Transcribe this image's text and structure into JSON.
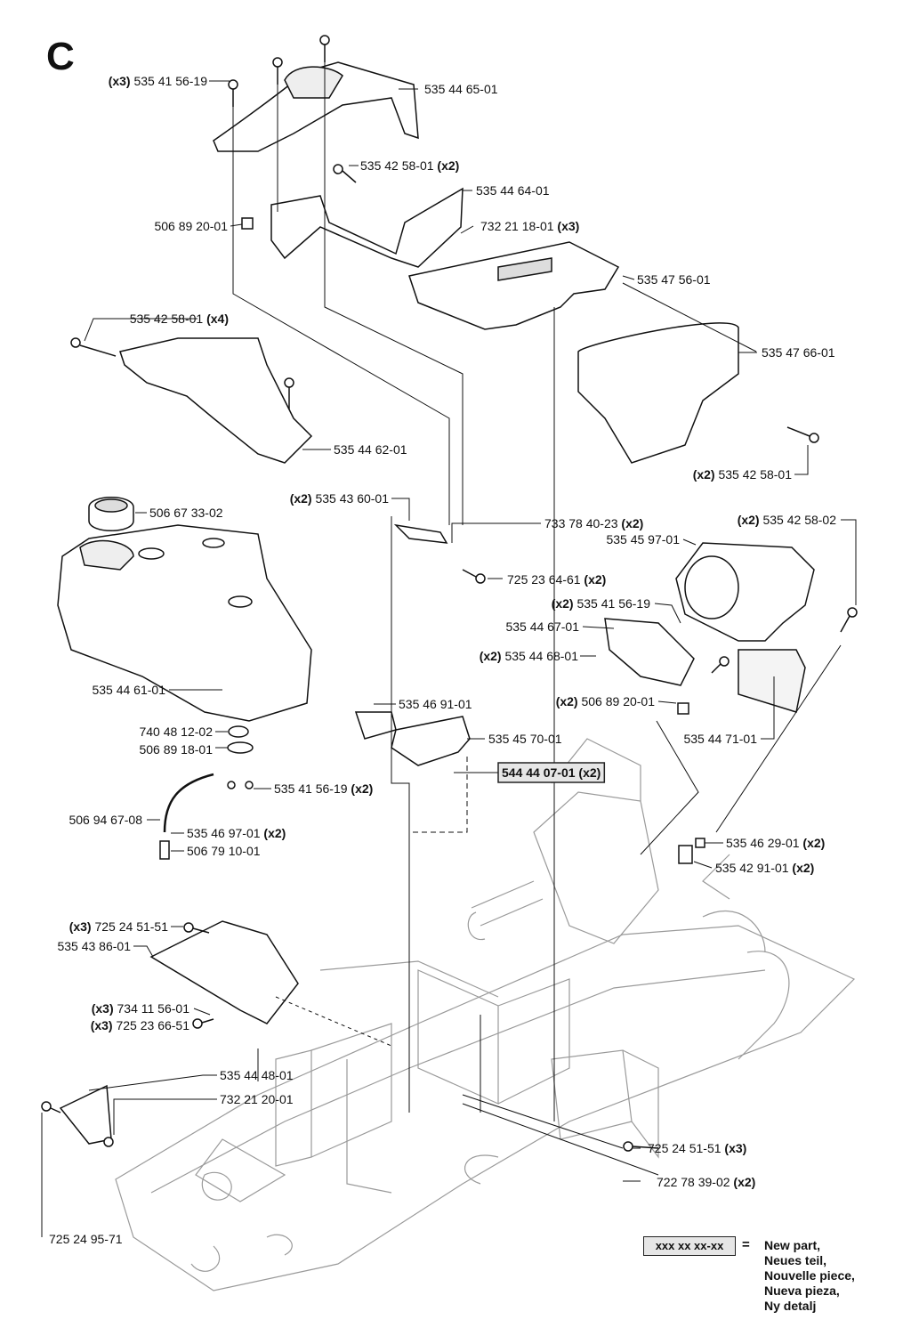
{
  "section": "C",
  "callouts": [
    {
      "part": "535 41 56-19",
      "qty": "(x3)",
      "qty_side": "left"
    },
    {
      "part": "535 44 65-01",
      "qty": "",
      "qty_side": "right"
    },
    {
      "part": "535 42 58-01",
      "qty": "(x2)",
      "qty_side": "right"
    },
    {
      "part": "535 44 64-01",
      "qty": "",
      "qty_side": "right"
    },
    {
      "part": "506 89 20-01",
      "qty": "",
      "qty_side": "right"
    },
    {
      "part": "732 21 18-01",
      "qty": "(x3)",
      "qty_side": "right"
    },
    {
      "part": "535 47 56-01",
      "qty": "",
      "qty_side": "right"
    },
    {
      "part": "535 42 58-01",
      "qty": "(x4)",
      "qty_side": "right"
    },
    {
      "part": "535 47 66-01",
      "qty": "",
      "qty_side": "right"
    },
    {
      "part": "535 44 62-01",
      "qty": "",
      "qty_side": "right"
    },
    {
      "part": "535 42 58-01",
      "qty": "(x2)",
      "qty_side": "left"
    },
    {
      "part": "535 43 60-01",
      "qty": "(x2)",
      "qty_side": "left"
    },
    {
      "part": "506 67 33-02",
      "qty": "",
      "qty_side": "right"
    },
    {
      "part": "733 78 40-23",
      "qty": "(x2)",
      "qty_side": "right"
    },
    {
      "part": "535 42 58-02",
      "qty": "(x2)",
      "qty_side": "left"
    },
    {
      "part": "535 45 97-01",
      "qty": "",
      "qty_side": "right"
    },
    {
      "part": "725 23 64-61",
      "qty": "(x2)",
      "qty_side": "right"
    },
    {
      "part": "535 41 56-19",
      "qty": "(x2)",
      "qty_side": "left"
    },
    {
      "part": "535 44 67-01",
      "qty": "",
      "qty_side": "right"
    },
    {
      "part": "535 44 68-01",
      "qty": "(x2)",
      "qty_side": "left"
    },
    {
      "part": "535 44 61-01",
      "qty": "",
      "qty_side": "right"
    },
    {
      "part": "535 46 91-01",
      "qty": "",
      "qty_side": "right"
    },
    {
      "part": "506 89 20-01",
      "qty": "(x2)",
      "qty_side": "left"
    },
    {
      "part": "535 44 71-01",
      "qty": "",
      "qty_side": "right"
    },
    {
      "part": "740 48 12-02",
      "qty": "",
      "qty_side": "right"
    },
    {
      "part": "535 45 70-01",
      "qty": "",
      "qty_side": "right"
    },
    {
      "part": "506 89 18-01",
      "qty": "",
      "qty_side": "right"
    },
    {
      "part": "544 44 07-01",
      "qty": "(x2)",
      "qty_side": "right",
      "new": true
    },
    {
      "part": "535 41 56-19",
      "qty": "(x2)",
      "qty_side": "right"
    },
    {
      "part": "506 94 67-08",
      "qty": "",
      "qty_side": "right"
    },
    {
      "part": "535 46 97-01",
      "qty": "(x2)",
      "qty_side": "right"
    },
    {
      "part": "506 79 10-01",
      "qty": "",
      "qty_side": "right"
    },
    {
      "part": "535 46 29-01",
      "qty": "(x2)",
      "qty_side": "right"
    },
    {
      "part": "535 42 91-01",
      "qty": "(x2)",
      "qty_side": "right"
    },
    {
      "part": "725 24 51-51",
      "qty": "(x3)",
      "qty_side": "left"
    },
    {
      "part": "535 43 86-01",
      "qty": "",
      "qty_side": "right"
    },
    {
      "part": "734 11 56-01",
      "qty": "(x3)",
      "qty_side": "left"
    },
    {
      "part": "725 23 66-51",
      "qty": "(x3)",
      "qty_side": "left"
    },
    {
      "part": "535 44 48-01",
      "qty": "",
      "qty_side": "right"
    },
    {
      "part": "732 21 20-01",
      "qty": "",
      "qty_side": "right"
    },
    {
      "part": "725 24 51-51",
      "qty": "(x3)",
      "qty_side": "right"
    },
    {
      "part": "722 78 39-02",
      "qty": "(x2)",
      "qty_side": "right"
    },
    {
      "part": "725 24 95-71",
      "qty": "",
      "qty_side": "right"
    }
  ],
  "legend": {
    "sample": "xxx xx xx-xx",
    "equals": "=",
    "lines": [
      "New part,",
      "Neues teil,",
      "Nouvelle piece,",
      "Nueva pieza,",
      "Ny detalj"
    ]
  }
}
